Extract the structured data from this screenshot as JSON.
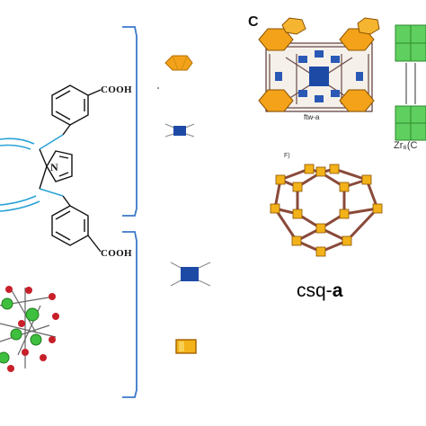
{
  "left_panel": {
    "ligand_top_label": "COOH",
    "ligand_bottom_label": "COOH",
    "nitrogen_label": "N",
    "ligand_color": "#2aa3d6",
    "bracket_color": "#3a78c9"
  },
  "legend": {
    "items": [
      {
        "icon": "orange-octahedron-icon",
        "color": "#f3a21a"
      },
      {
        "icon": "blue-square-node-icon",
        "color": "#1d4aa5"
      },
      {
        "icon": "blue-square-node-icon",
        "color": "#1d4aa5"
      },
      {
        "icon": "orange-yellow-square-icon",
        "color": "#f3b21a"
      }
    ]
  },
  "right_panel": {
    "panel_c_label": "C",
    "ftw_label": "ftw-a",
    "zr_label": "Zr₆(C",
    "panel_f_label": "F)",
    "csq_label_main": "csq-",
    "csq_label_bold": "a"
  },
  "colors": {
    "orange": "#f3a21a",
    "blue": "#1d4aa5",
    "green": "#3fbf3f",
    "red": "#c8202a",
    "brown": "#8a4a3a"
  }
}
